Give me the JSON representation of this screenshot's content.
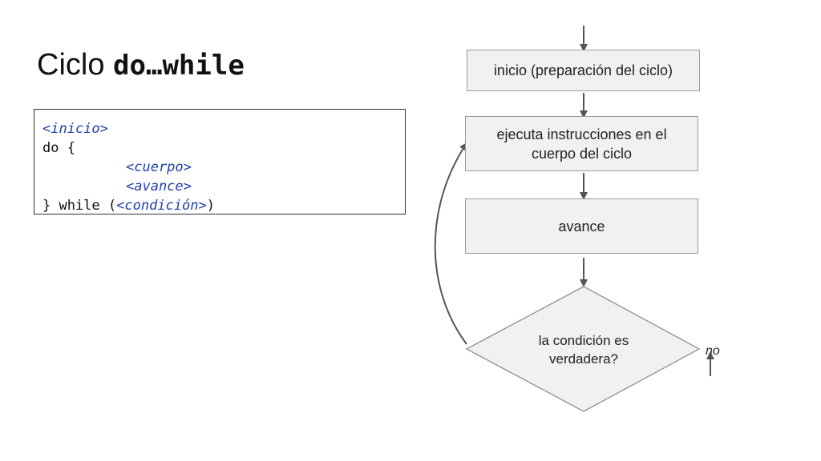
{
  "title": {
    "main": "Ciclo ",
    "code": "do…while"
  },
  "code": {
    "line1_placeholder": "<inicio>",
    "line2": "do {",
    "line3_placeholder": "<cuerpo>",
    "line4_placeholder": "<avance>",
    "line5_prefix": "} while (",
    "line5_placeholder": "<condición>",
    "line5_suffix": ")"
  },
  "flow": {
    "step1": "inicio (preparación del ciclo)",
    "step2": "ejecuta instrucciones en el cuerpo del ciclo",
    "step3": "avance",
    "decision": "la condición es verdadera?",
    "no_label": "no"
  },
  "colors": {
    "box_fill": "#f1f1f1",
    "box_border": "#9a9a9a",
    "arrow": "#555555",
    "code_placeholder": "#1f3fa8"
  }
}
